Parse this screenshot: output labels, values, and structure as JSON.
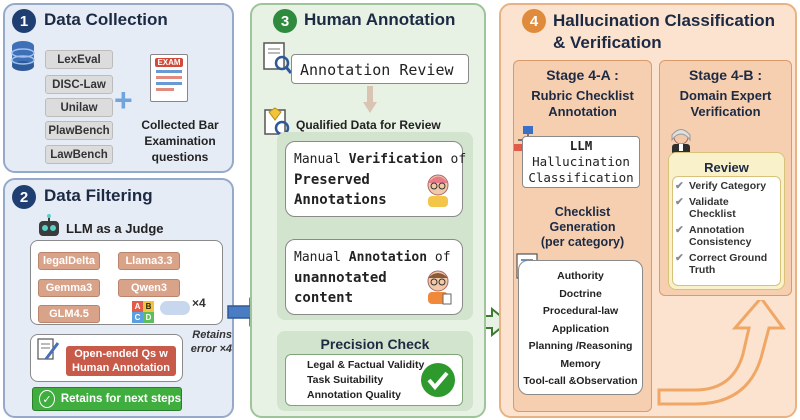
{
  "panel1": {
    "number": "1",
    "title": "Data Collection",
    "datasets": [
      "LexEval",
      "DISC-Law",
      "Unilaw",
      "PlawBench",
      "LawBench"
    ],
    "plus": "+",
    "exam_label": "EXAM",
    "exam_caption": [
      "Collected Bar",
      "Examination",
      "questions"
    ]
  },
  "panel2": {
    "number": "2",
    "title": "Data Filtering",
    "judge_label": "LLM as a Judge",
    "models": [
      "legalDelta",
      "Llama3.3",
      "Gemma3",
      "Qwen3",
      "GLM4.5"
    ],
    "quiz_letters": [
      "A",
      "B",
      "C",
      "D"
    ],
    "times4": "×4",
    "retains_error": [
      "Retains",
      "error ×4"
    ],
    "openended": [
      "Open-ended Qs w",
      "Human Annotation"
    ],
    "retain_next": "Retains for next steps"
  },
  "panel3": {
    "number": "3",
    "title": "Human Annotation",
    "annotation_review": "Annotation Review",
    "qualified": "Qualified Data for Review",
    "manual_verif": {
      "pre": "Manual ",
      "bold": "Verification",
      "post": " of",
      "l2": "Preserved",
      "l3": "Annotations"
    },
    "manual_annot": {
      "pre": "Manual ",
      "bold": "Annotation",
      "post": " of",
      "l2": "unannotated",
      "l3": "content"
    },
    "precision_title": "Precision Check",
    "precision_items": [
      "Legal & Factual Validity",
      "Task Suitability",
      "Annotation Quality"
    ]
  },
  "panel4": {
    "number": "4",
    "title": [
      "Hallucination Classification",
      "& Verification"
    ],
    "stage_a": {
      "title": "Stage 4-A :",
      "subtitle": [
        "Rubric Checklist",
        "Annotation"
      ],
      "llm_box": [
        "LLM",
        "Hallucination",
        "Classification"
      ],
      "checklist_title": [
        "Checklist",
        "Generation",
        "(per category)"
      ],
      "categories": [
        "Authority",
        "Doctrine",
        "Procedural-law",
        "Application",
        "Planning /Reasoning",
        "Memory",
        "Tool-call &Observation"
      ]
    },
    "stage_b": {
      "title": "Stage 4-B :",
      "subtitle": [
        "Domain Expert",
        "Verification"
      ],
      "review_title": "Review",
      "review_items": [
        [
          "Verify Category"
        ],
        [
          "Validate",
          "Checklist"
        ],
        [
          "Annotation",
          "Consistency"
        ],
        [
          "Correct Ground",
          "Truth"
        ]
      ]
    }
  },
  "colors": {
    "num1": "#1f3f73",
    "num3": "#2e8b3e",
    "num4": "#e08a3c",
    "check": "#2e9a2e"
  }
}
